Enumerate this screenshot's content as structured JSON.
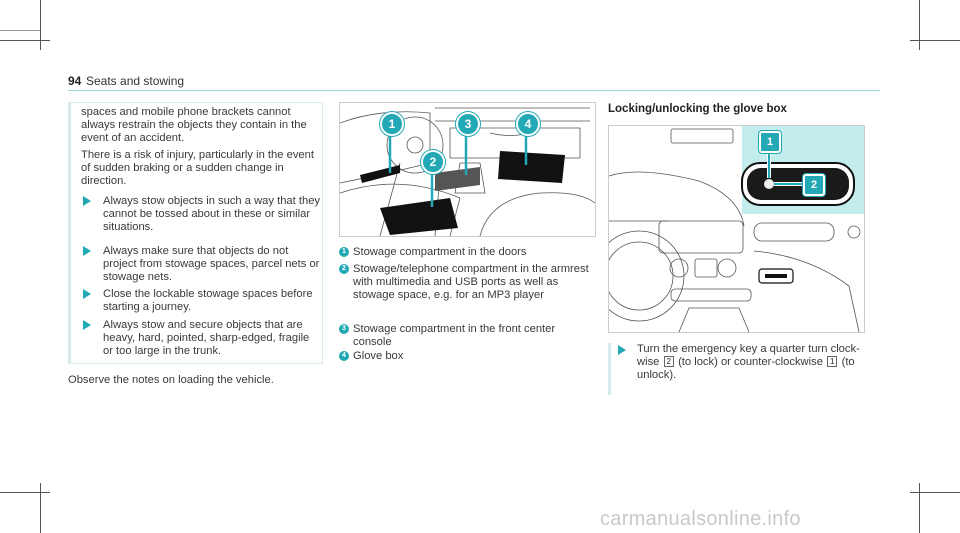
{
  "header": {
    "page_number": "94",
    "title": "Seats and stowing"
  },
  "column1": {
    "intro": [
      "spaces and mobile phone brackets cannot always restrain the objects they contain in the event of an accident.",
      "There is a risk of injury, particularly in the event of sudden braking or a sudden change in direction."
    ],
    "bullets": [
      "Always stow objects in such a way that they cannot be tossed about in these or similar situations.",
      "Always make sure that objects do not project from stowage spaces, parcel nets or stowage nets.",
      "Close the lockable stowage spaces before starting a journey.",
      "Always stow and secure objects that are heavy, hard, pointed, sharp-edged, fragile or too large in the trunk."
    ],
    "observe": "Observe the notes on loading the vehicle."
  },
  "figure1": {
    "callouts": [
      "1",
      "2",
      "3",
      "4"
    ]
  },
  "legend": [
    {
      "num": "1",
      "text": "Stowage compartment in the doors"
    },
    {
      "num": "2",
      "text": "Stowage/telephone compartment in the armrest with multimedia and USB ports as well as stowage space, e.g. for an MP3 player"
    },
    {
      "num": "3",
      "text": "Stowage compartment in the front center console"
    },
    {
      "num": "4",
      "text": "Glove box"
    }
  ],
  "section": {
    "title": "Locking/unlocking the glove box",
    "figure_callouts": [
      "1",
      "2"
    ],
    "step_before_key2": "Turn the emergency key a quarter turn clock-wise",
    "key2": "2",
    "step_middle": "(to lock) or counter-clockwise",
    "key1": "1",
    "step_end": "(to unlock)."
  },
  "watermark": "carmanualsonline.info",
  "colors": {
    "accent": "#23a9b5",
    "highlight_panel": "#c3ecec",
    "rule": "#9ad7d6"
  }
}
